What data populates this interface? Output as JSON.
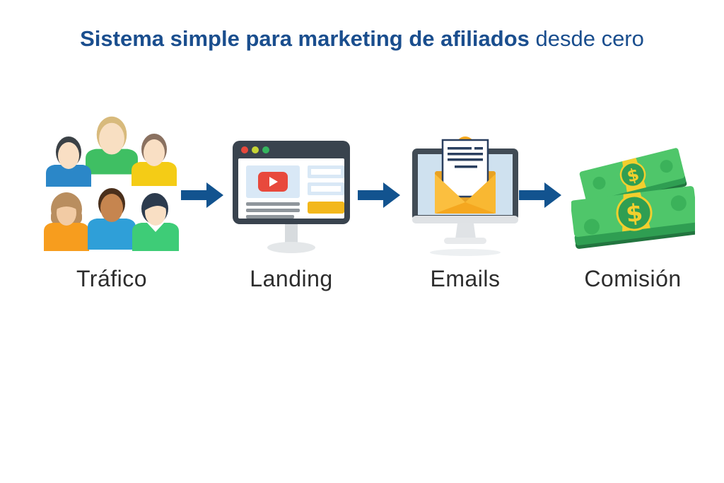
{
  "title": {
    "bold": "Sistema simple para marketing de afiliados",
    "regular": " desde cero"
  },
  "steps": [
    {
      "label": "Tráfico",
      "icon": "people-group-icon"
    },
    {
      "label": "Landing",
      "icon": "browser-video-form-icon"
    },
    {
      "label": "Emails",
      "icon": "monitor-envelope-icon"
    },
    {
      "label": "Comisión",
      "icon": "money-stacks-icon"
    }
  ],
  "icons": {
    "dollar_sign": "$"
  },
  "colors": {
    "background": "#ffffff",
    "title-blue": "#1a4e8e",
    "arrow-blue": "#12538f",
    "label-dark": "#2d2d2d",
    "youtube-red": "#e8493c",
    "button-yellow": "#f3b71b",
    "envelope-orange": "#f5a71f",
    "money-green": "#4fc66a",
    "money-green-dark": "#2f9e52",
    "band-yellow": "#f2cf2e"
  }
}
